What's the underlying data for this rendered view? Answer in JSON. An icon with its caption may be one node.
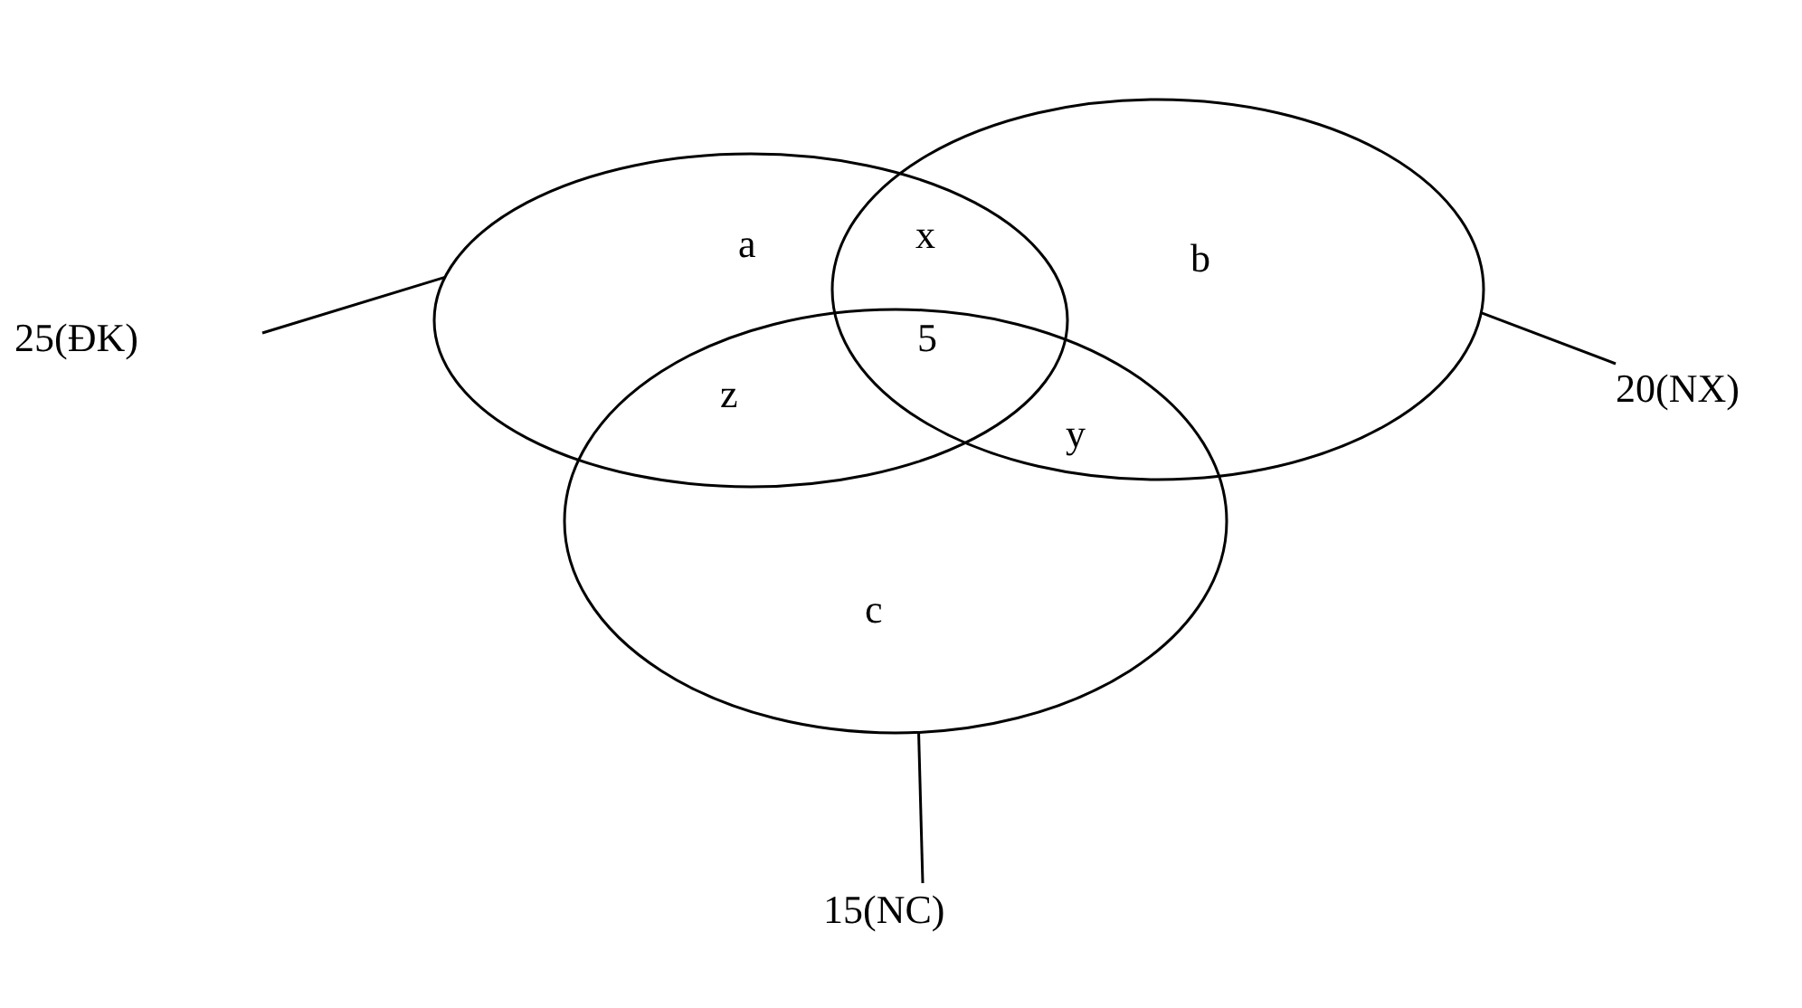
{
  "diagram": {
    "nodes": [
      {
        "text": [],
        "shape": "circle"
      },
      {
        "text": [],
        "shape": "circle"
      },
      {
        "text": [],
        "shape": "circle"
      },
      {
        "text": [
          "25(ĐK)"
        ]
      },
      {
        "text": [
          "20(NX)"
        ]
      },
      {
        "text": [
          "15(NC)"
        ]
      }
    ],
    "edges": [
      {
        "from": 3,
        "to": 0,
        "arrow": "none"
      },
      {
        "from": 4,
        "to": 1,
        "arrow": "none"
      },
      {
        "from": 5,
        "to": 2,
        "arrow": "none"
      }
    ],
    "labels": [
      "a",
      "x",
      "b",
      "5",
      "z",
      "y",
      "c"
    ]
  }
}
